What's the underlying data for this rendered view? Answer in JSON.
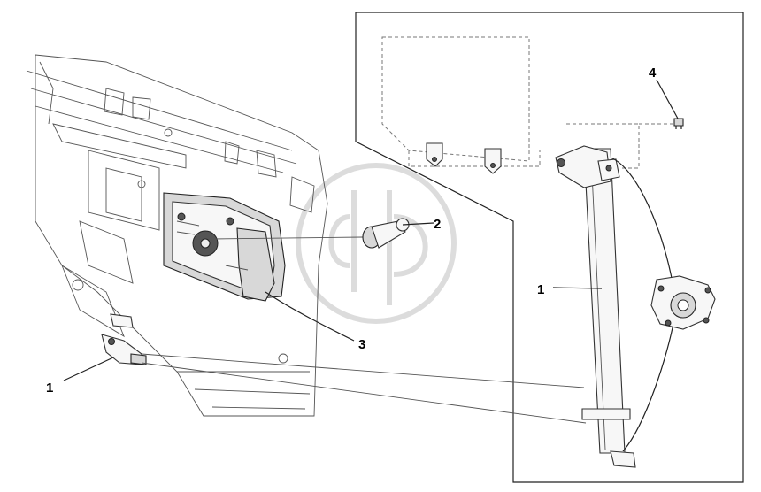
{
  "callouts": [
    {
      "id": "callout-1-left",
      "text": "1"
    },
    {
      "id": "callout-1-right",
      "text": "1"
    },
    {
      "id": "callout-2",
      "text": "2"
    },
    {
      "id": "callout-3",
      "text": "3"
    },
    {
      "id": "callout-4",
      "text": "4"
    }
  ]
}
